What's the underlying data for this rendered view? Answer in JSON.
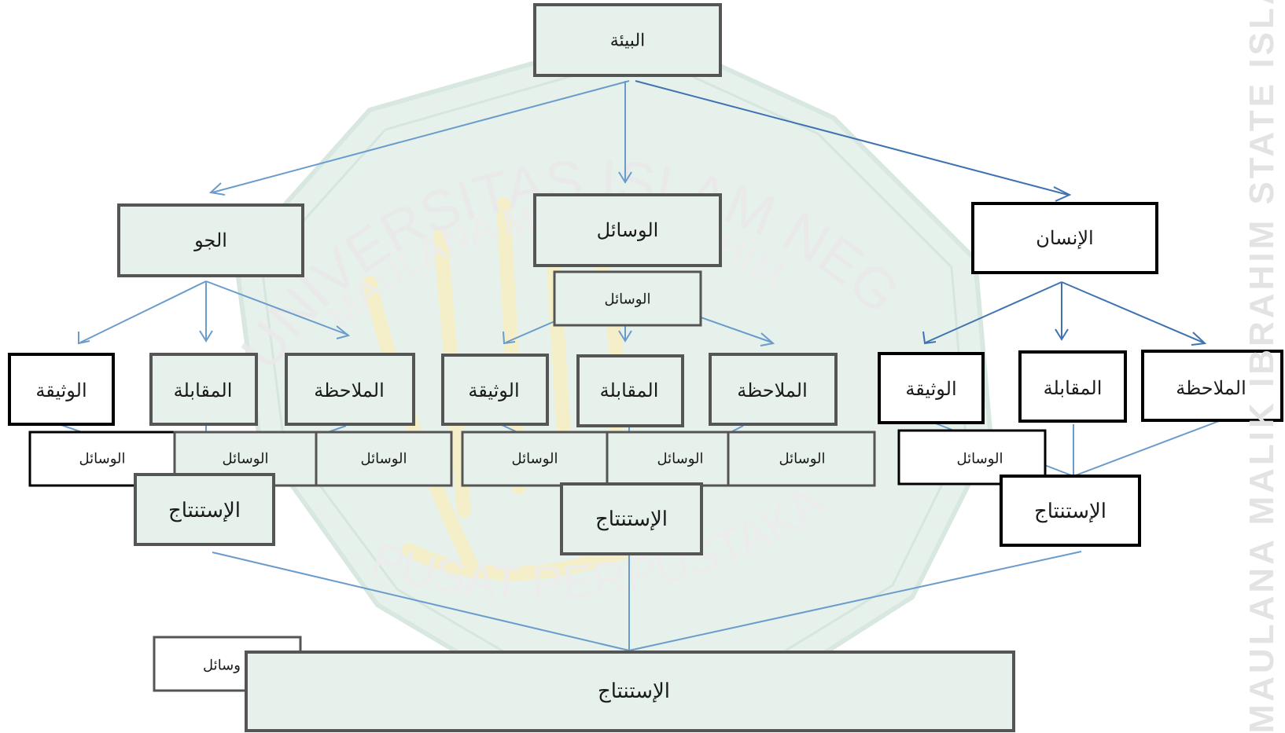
{
  "watermark": {
    "arc_top": "UNIVERSITAS ISLAM NEGERI",
    "arc_inner": "MAULANA MALIK IBRAHIM",
    "arc_bottom": "PUSAT PERPUSTAKAAN",
    "side_text": "MAULANA MALIK IBRAHIM STATE ISLAMIC U",
    "colors": {
      "shield": "#e6f1ec",
      "outline": "#d8e8e0",
      "calligraphy": "#f4efc8",
      "text": "#e9e9e9"
    }
  },
  "diagram": {
    "root": "البيئة",
    "branches": {
      "left": "الجو",
      "middle": "الوسائل",
      "right": "الإنسان"
    },
    "middle_sub": "الوسائل",
    "method_labels": {
      "document": "الوثيقة",
      "interview": "المقابلة",
      "observation": "الملاحظة"
    },
    "tool_label": "الوسائل",
    "conclusion": "الإستنتاج",
    "final_conclusion": "الإستنتاج",
    "final_tool_partial": "وسائل",
    "colors": {
      "edge": "#6a9ccb",
      "edge_dark": "#3f73b0",
      "box_gray": "#555555",
      "box_black": "#000000"
    }
  }
}
